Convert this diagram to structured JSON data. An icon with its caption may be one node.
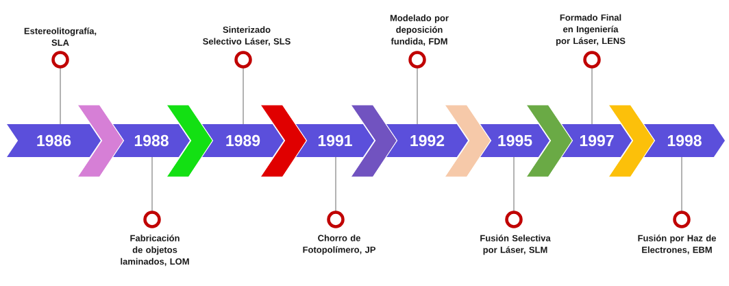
{
  "diagram": {
    "nodes": [
      {
        "text": [
          "1986"
        ]
      },
      {
        "text": [
          "1988"
        ]
      },
      {
        "text": [
          "1989"
        ]
      },
      {
        "text": [
          "1991"
        ]
      },
      {
        "text": [
          "1992"
        ]
      },
      {
        "text": [
          "1995"
        ]
      },
      {
        "text": [
          "1997"
        ]
      },
      {
        "text": [
          "1998"
        ]
      },
      {
        "text": [],
        "shape": "circle",
        "beside": [
          "Estereolitografía, SLA"
        ]
      },
      {
        "text": [],
        "shape": "circle",
        "beside": [
          "Fabricación de objetos laminados, LOM"
        ]
      },
      {
        "text": [],
        "shape": "circle",
        "beside": [
          "Sinterizado Selectivo Láser, SLS"
        ]
      },
      {
        "text": [],
        "shape": "circle",
        "beside": [
          "Chorro de Fotopolímero, JP"
        ]
      },
      {
        "text": [],
        "shape": "circle",
        "beside": [
          "Modelado por deposición fundida, FDM"
        ]
      },
      {
        "text": [],
        "shape": "circle",
        "beside": [
          "Fusión Selectiva por Láser, SLM"
        ]
      },
      {
        "text": [],
        "shape": "circle",
        "beside": [
          "Formado Final en Ingeniería por Láser, LENS"
        ]
      },
      {
        "text": [],
        "shape": "circle",
        "beside": [
          "Fusión por Haz de Electrones, EBM"
        ]
      }
    ],
    "edges": [
      {
        "from": 0,
        "to": 1,
        "arrow": "to",
        "color": "#d67fd6"
      },
      {
        "from": 1,
        "to": 2,
        "arrow": "to",
        "color": "#13e013"
      },
      {
        "from": 2,
        "to": 3,
        "arrow": "to",
        "color": "#e00000"
      },
      {
        "from": 3,
        "to": 4,
        "arrow": "to",
        "color": "#7153c0"
      },
      {
        "from": 4,
        "to": 5,
        "arrow": "to",
        "color": "#f6c9a9"
      },
      {
        "from": 5,
        "to": 6,
        "arrow": "to",
        "color": "#6aaa45"
      },
      {
        "from": 6,
        "to": 7,
        "arrow": "to",
        "color": "#fcc00a"
      },
      {
        "from": 8,
        "to": 0,
        "arrow": "none"
      },
      {
        "from": 9,
        "to": 1,
        "arrow": "none"
      },
      {
        "from": 10,
        "to": 2,
        "arrow": "none"
      },
      {
        "from": 11,
        "to": 3,
        "arrow": "none"
      },
      {
        "from": 12,
        "to": 4,
        "arrow": "none"
      },
      {
        "from": 13,
        "to": 5,
        "arrow": "none"
      },
      {
        "from": 14,
        "to": 6,
        "arrow": "none"
      },
      {
        "from": 15,
        "to": 7,
        "arrow": "none"
      }
    ]
  }
}
